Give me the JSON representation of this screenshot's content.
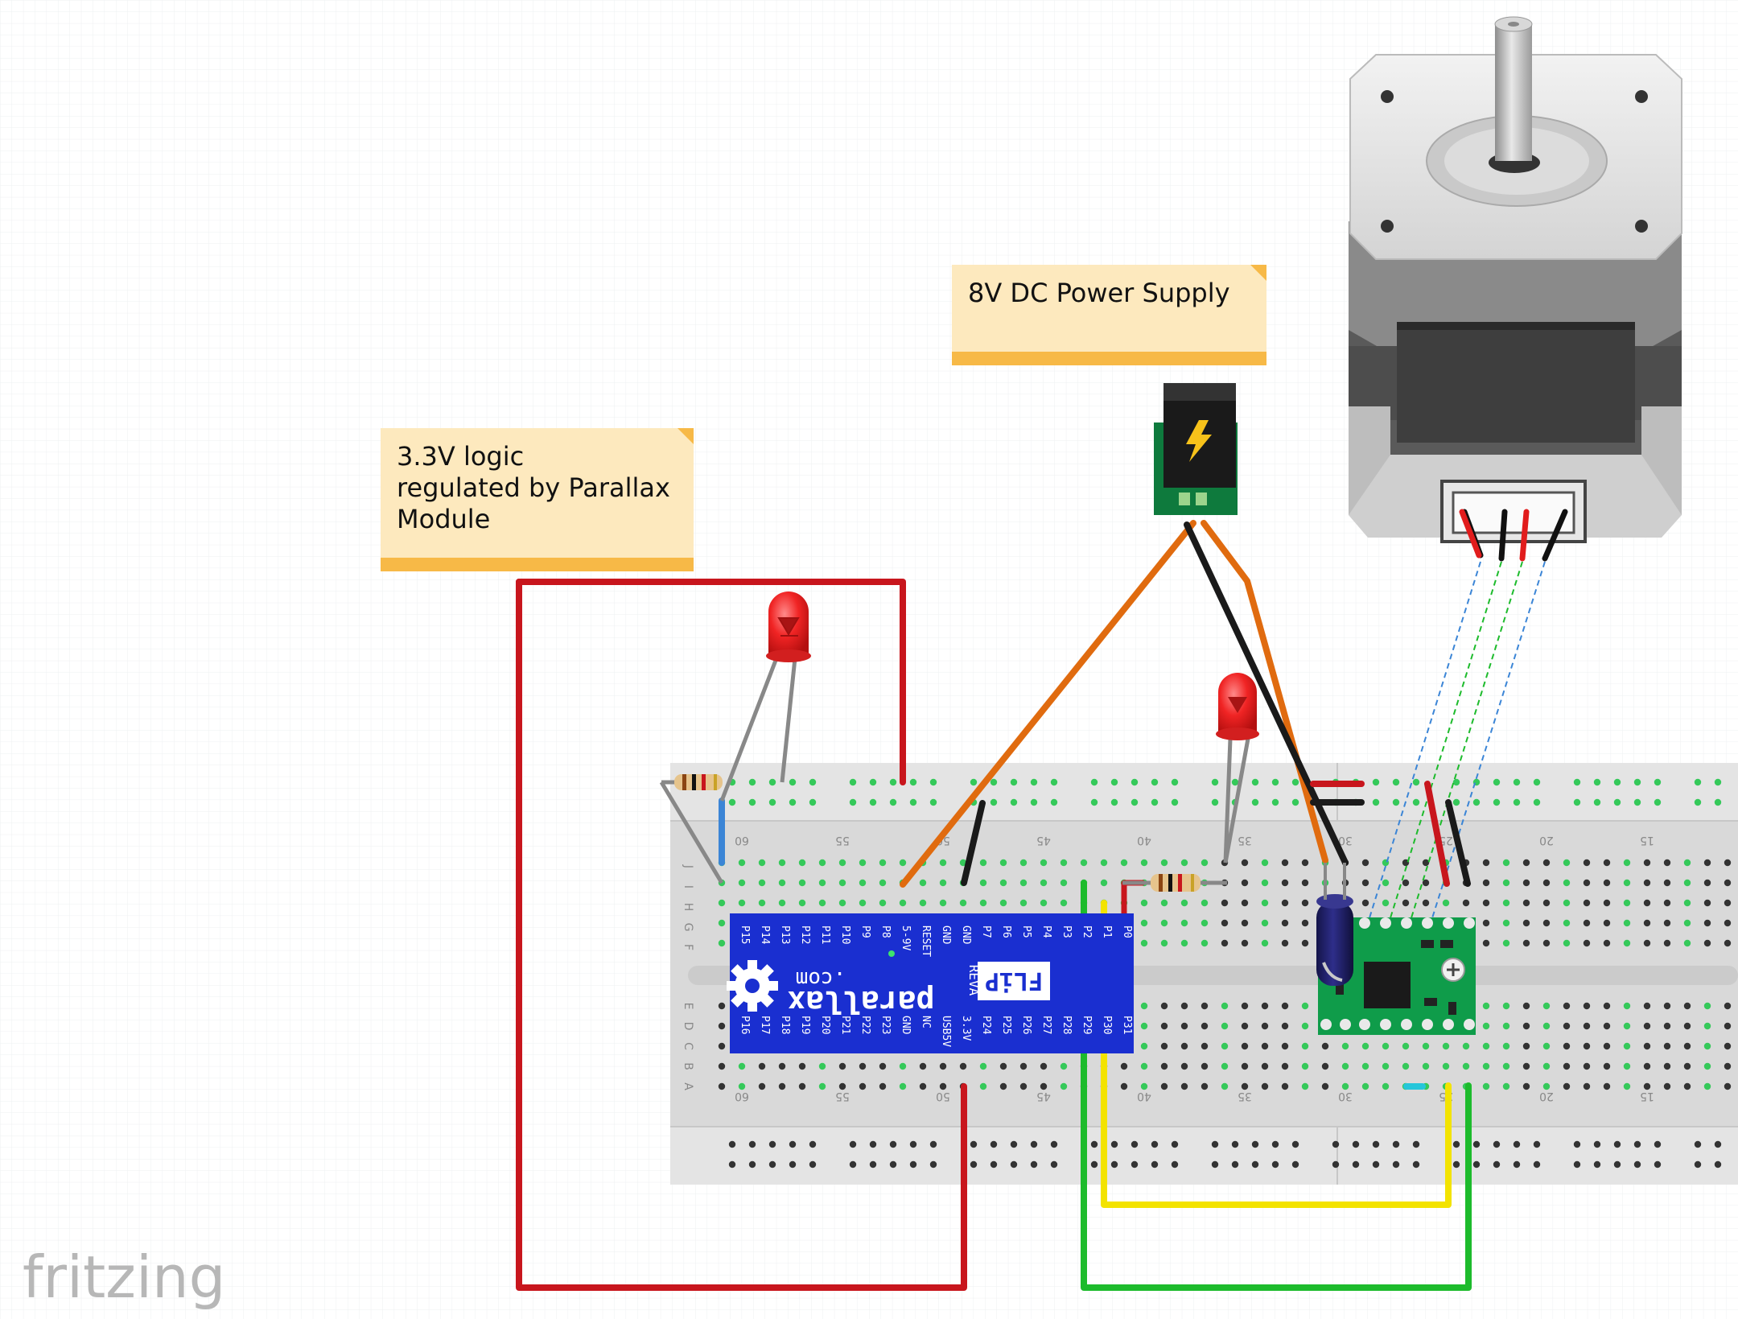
{
  "notes": {
    "logic": {
      "lines": [
        "3.3V logic",
        "regulated by Parallax",
        "Module"
      ]
    },
    "power": {
      "lines": [
        "8V DC Power Supply"
      ]
    }
  },
  "app": {
    "watermark": "fritzing"
  },
  "breadboard": {
    "column_numbers": [
      "60",
      "55",
      "50",
      "45",
      "40",
      "35",
      "30",
      "25",
      "20",
      "15"
    ],
    "row_letters_top": [
      "J",
      "I",
      "H",
      "G",
      "F"
    ],
    "row_letters_bottom": [
      "E",
      "D",
      "C",
      "B",
      "A"
    ]
  },
  "parallax_module": {
    "brand": "parallax",
    "domain": ".com",
    "product": "FLiP",
    "revision": "REVA",
    "top_pins": [
      "P15",
      "P14",
      "P13",
      "P12",
      "P11",
      "P10",
      "P9",
      "P8",
      "5-9V",
      "RESET",
      "GND",
      "GND",
      "P7",
      "P6",
      "P5",
      "P4",
      "P3",
      "P2",
      "P1",
      "P0"
    ],
    "bottom_pins": [
      "P16",
      "P17",
      "P18",
      "P19",
      "P20",
      "P21",
      "P22",
      "P23",
      "GND",
      "NC",
      "USB5V",
      "3.3V",
      "P24",
      "P25",
      "P26",
      "P27",
      "P28",
      "P29",
      "P30",
      "P31"
    ]
  },
  "colors": {
    "wire_red": "#c8161d",
    "wire_orange": "#e06b0f",
    "wire_black": "#1a1a1a",
    "wire_yellow": "#f3e300",
    "wire_green": "#1dbb2c",
    "wire_blue": "#3b85d6",
    "module_blue": "#1a2fd0",
    "driver_green": "#0f9c4a",
    "note_bg": "#fde9be",
    "note_bar": "#f7b947"
  }
}
